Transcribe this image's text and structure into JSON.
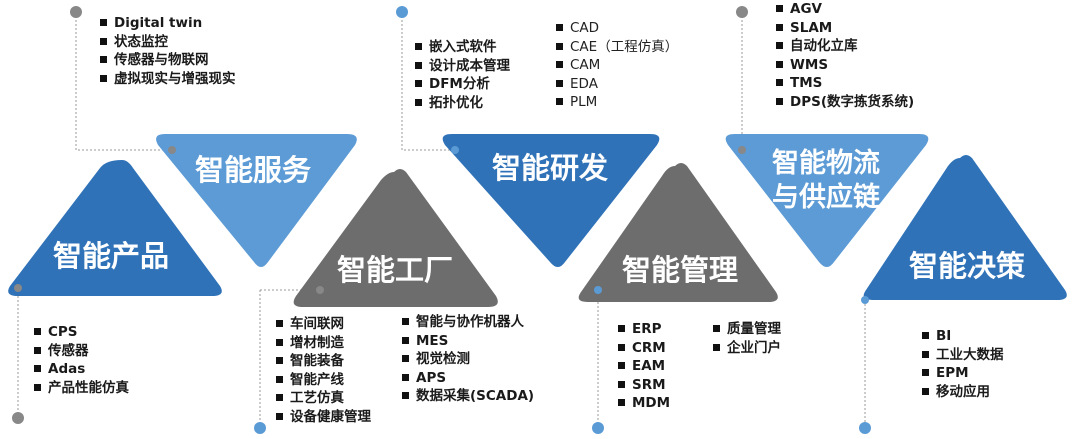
{
  "colors": {
    "blue_dark": "#2f72b8",
    "blue_light": "#5c9bd5",
    "gray": "#6d6d6d",
    "connector": "#9a9a9a",
    "dot_gray": "#888888",
    "dot_blue": "#5b9bd5"
  },
  "nodes": {
    "product": {
      "title": "智能产品"
    },
    "service": {
      "title": "智能服务"
    },
    "factory": {
      "title": "智能工厂"
    },
    "rnd": {
      "title": "智能研发"
    },
    "mgmt": {
      "title": "智能管理"
    },
    "logistics": {
      "title_line1": "智能物流",
      "title_line2": "与供应链"
    },
    "decision": {
      "title": "智能决策"
    }
  },
  "lists": {
    "service": [
      "Digital twin",
      "状态监控",
      "传感器与物联网",
      "虚拟现实与增强现实"
    ],
    "rnd_a": [
      "嵌入式软件",
      "设计成本管理",
      "DFM分析",
      "拓扑优化"
    ],
    "rnd_b": [
      "CAD",
      "CAE（工程仿真）",
      "CAM",
      "EDA",
      "PLM"
    ],
    "logistics": [
      "AGV",
      "SLAM",
      "自动化立库",
      "WMS",
      "TMS",
      "DPS(数字拣货系统)"
    ],
    "product": [
      "CPS",
      "传感器",
      "Adas",
      "产品性能仿真"
    ],
    "factory_a": [
      "车间联网",
      "增材制造",
      "智能装备",
      "智能产线",
      "工艺仿真",
      "设备健康管理"
    ],
    "factory_b": [
      "智能与协作机器人",
      "MES",
      "视觉检测",
      "APS",
      "数据采集(SCADA)"
    ],
    "mgmt_a": [
      "ERP",
      "CRM",
      "EAM",
      "SRM",
      "MDM"
    ],
    "mgmt_b": [
      "质量管理",
      "企业门户"
    ],
    "decision": [
      "BI",
      "工业大数据",
      "EPM",
      "移动应用"
    ]
  }
}
